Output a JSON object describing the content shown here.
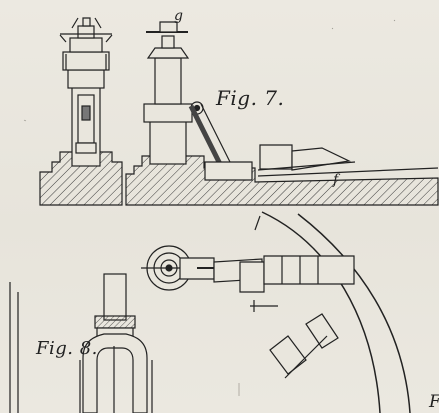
{
  "diagram": {
    "figure_7_label": "Fig. 7.",
    "figure_8_label": "Fig. 8.",
    "part_label_g": "g",
    "part_label_f": "f",
    "edge_letter": "F"
  },
  "colors": {
    "paper": "#e9e6dd",
    "ink": "#222222",
    "hatch": "#3a3a3a"
  },
  "icons": {
    "fig7_machine": "technical-engraving",
    "fig8_machine": "technical-engraving"
  }
}
